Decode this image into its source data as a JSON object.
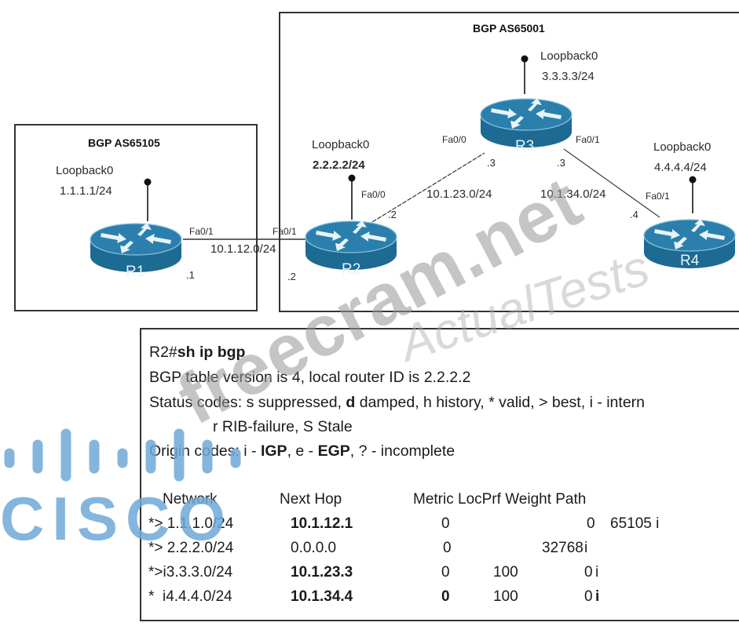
{
  "topology": {
    "as_left": {
      "title": "BGP AS65105"
    },
    "as_right": {
      "title": "BGP AS65001"
    },
    "routers": [
      {
        "name": "R1",
        "loopback_label": "Loopback0",
        "loopback_ip": "1.1.1.1/24"
      },
      {
        "name": "R2",
        "loopback_label": "Loopback0",
        "loopback_ip": "2.2.2.2/24"
      },
      {
        "name": "R3",
        "loopback_label": "Loopback0",
        "loopback_ip": "3.3.3.3/24"
      },
      {
        "name": "R4",
        "loopback_label": "Loopback0",
        "loopback_ip": "4.4.4.4/24"
      }
    ],
    "links": [
      {
        "subnet": "10.1.12.0/24",
        "a_if": "Fa0/1",
        "a_host": ".1",
        "b_if": "Fa0/1",
        "b_host": ".2"
      },
      {
        "subnet": "10.1.23.0/24",
        "a_if": "Fa0/0",
        "a_host": ".2",
        "b_if": "Fa0/0",
        "b_host": ".3"
      },
      {
        "subnet": "10.1.34.0/24",
        "a_if": "Fa0/1",
        "a_host": ".3",
        "b_if": "Fa0/1",
        "b_host": ".4"
      }
    ]
  },
  "output": {
    "prompt": "R2#",
    "command": "sh ip bgp",
    "line_version": "BGP table version is 4, local router ID is 2.2.2.2",
    "line_status1_a": "Status codes: s suppressed, ",
    "line_status1_d": "d",
    "line_status1_b": " damped, h history, * valid, > best, i - intern",
    "line_status2_a": "r RIB-failure",
    "line_status2_b": ", S Stale",
    "line_origin_a": "Origin codes: i - ",
    "line_origin_igp": "IGP",
    "line_origin_b": ", e - ",
    "line_origin_egp": "EGP",
    "line_origin_c": ", ? - incomplete",
    "table": {
      "headers": {
        "network": "Network",
        "next_hop": "Next Hop",
        "metric_locprf_weight_path": "Metric LocPrf Weight Path"
      },
      "rows": [
        {
          "status": "*>",
          "network": "1.1.1.0/24",
          "next_hop": "10.1.12.1",
          "metric": "0",
          "locprf": "",
          "weight": "0",
          "path": "65105 i"
        },
        {
          "status": "*>",
          "network": "2.2.2.0/24",
          "next_hop": "0.0.0.0",
          "metric": "0",
          "locprf": "",
          "weight": "32768",
          "path": "i"
        },
        {
          "status": "*>i",
          "network": "3.3.3.0/24",
          "next_hop": "10.1.23.3",
          "metric": "0",
          "locprf": "100",
          "weight": "0",
          "path": "i"
        },
        {
          "status": "*  i",
          "network": "4.4.4.0/24",
          "next_hop": "10.1.34.4",
          "metric": "0",
          "locprf": "100",
          "weight": "0",
          "path": "i"
        }
      ]
    }
  },
  "watermarks": {
    "primary": "freecram.net",
    "secondary": "ActualTests"
  },
  "logo": {
    "text": "CISCO",
    "color": "#6fa9d8"
  },
  "colors": {
    "router": "#1f6f99",
    "router_top": "#2780ad",
    "arrow": "#e9f3f8"
  }
}
